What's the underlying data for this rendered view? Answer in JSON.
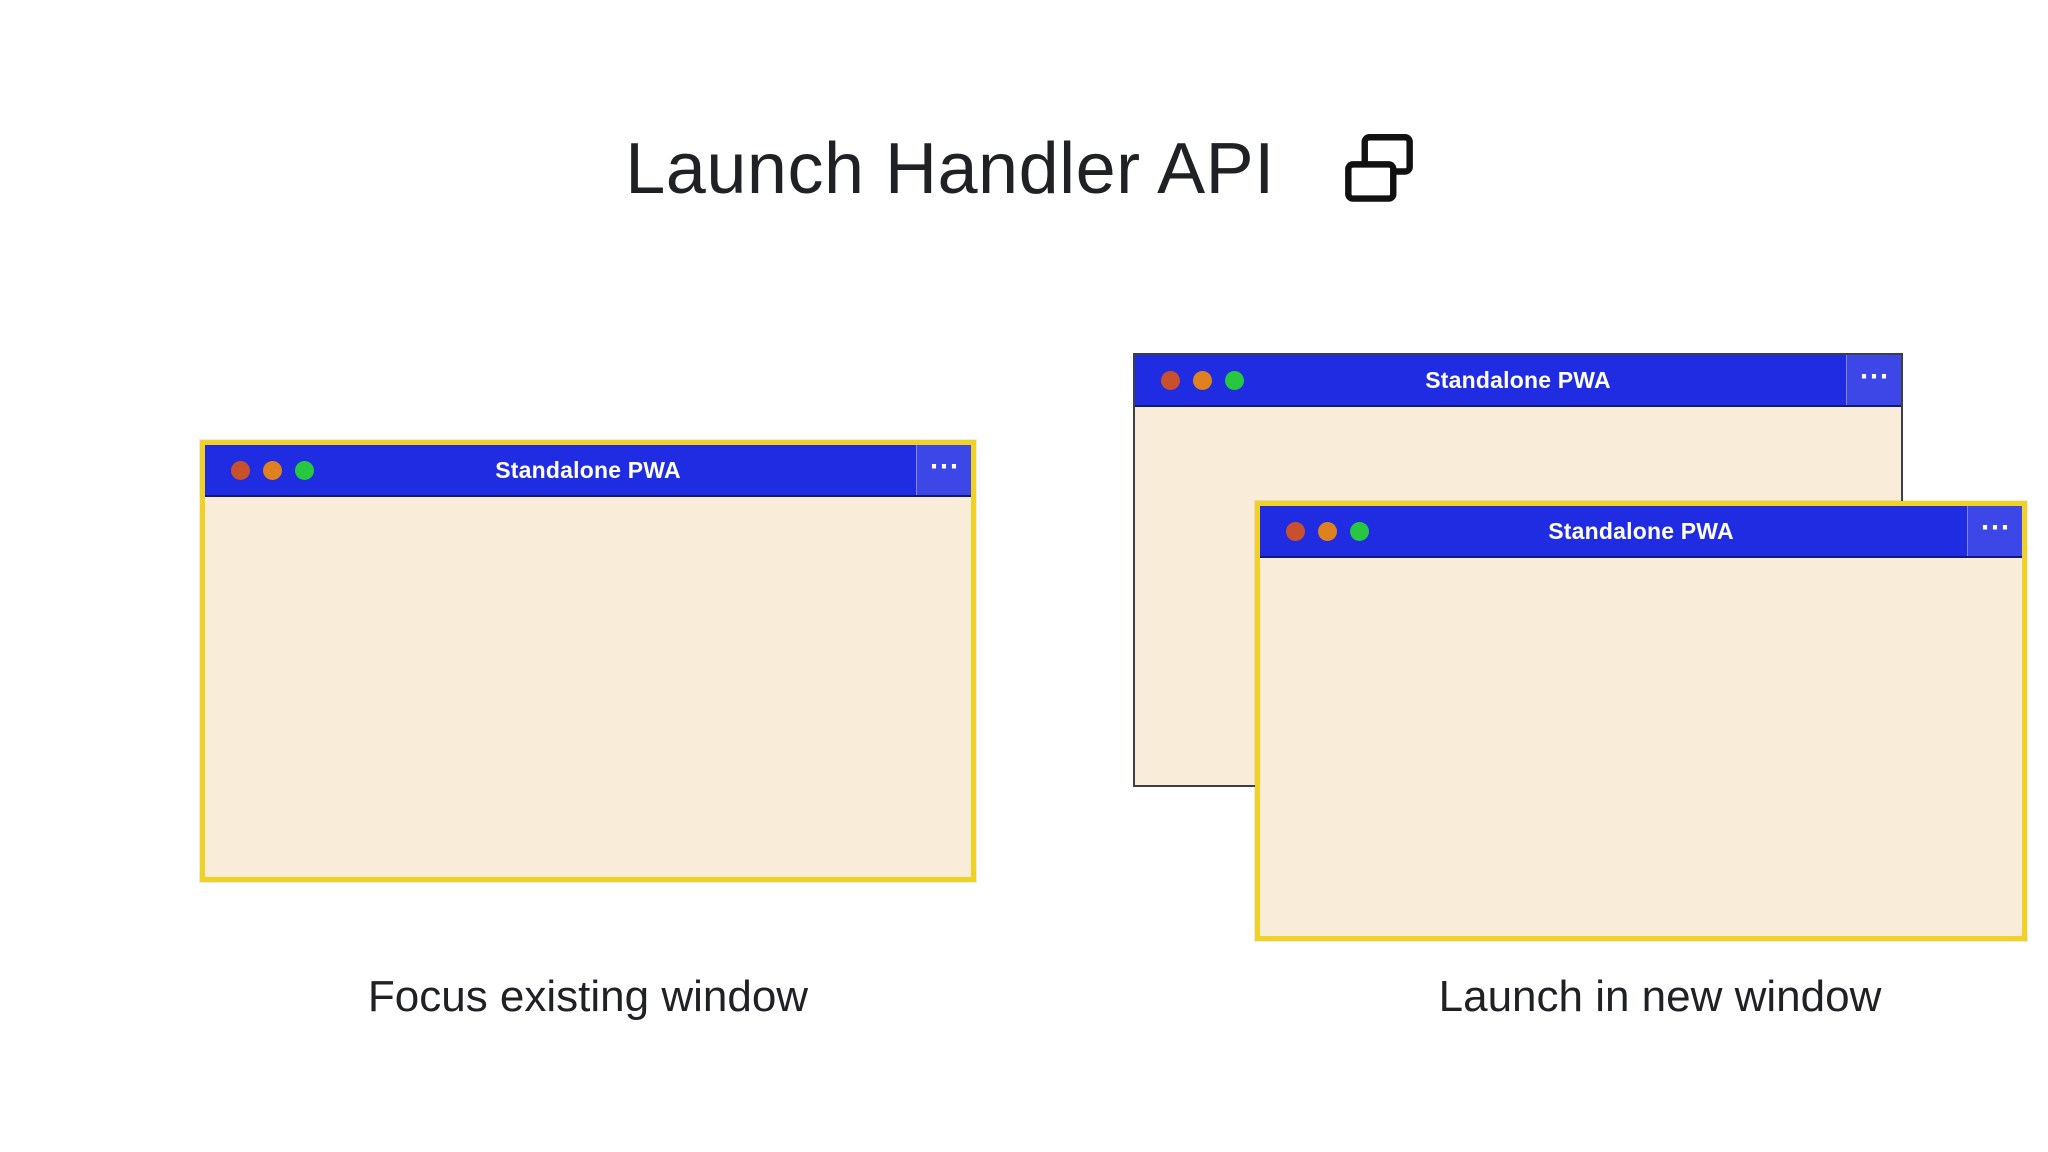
{
  "header": {
    "title": "Launch Handler API",
    "icon": "multi-window-icon"
  },
  "colors": {
    "titlebar-blue": "#1f2ce2",
    "menu-blue": "#3d47e8",
    "window-body": "#f9ecd9",
    "highlight-yellow": "#f0d225",
    "back-border": "#3c4043",
    "dot-red": "#c9502c",
    "dot-orange": "#e0811f",
    "dot-green": "#27c840",
    "text": "#202124"
  },
  "left_figure": {
    "window": {
      "title": "Standalone PWA",
      "menu_icon": "⋯"
    },
    "caption": "Focus existing window"
  },
  "right_figure": {
    "back_window": {
      "title": "Standalone PWA",
      "menu_icon": "⋯"
    },
    "front_window": {
      "title": "Standalone PWA",
      "menu_icon": "⋯"
    },
    "caption": "Launch in new window"
  }
}
